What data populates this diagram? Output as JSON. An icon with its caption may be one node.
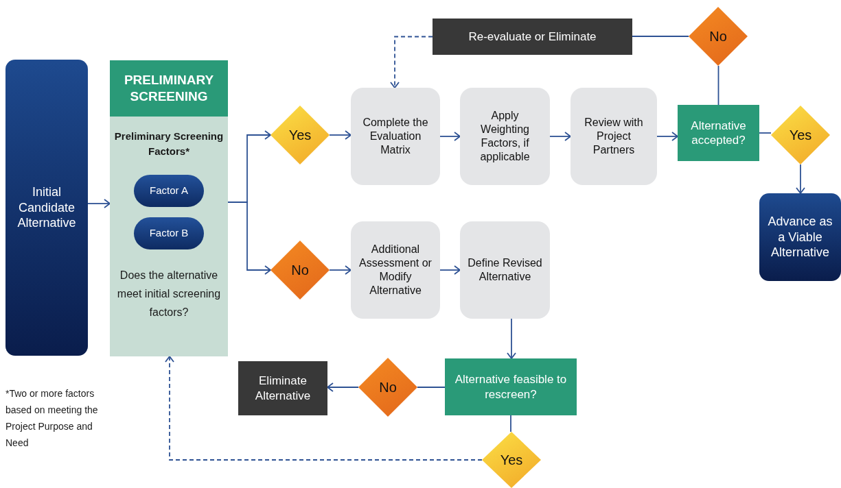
{
  "diagram": {
    "nodes": [
      {
        "text": [
          "Initial Candidate Alternative"
        ]
      },
      {
        "text": [
          "Preliminary Screening Factors*",
          "Does the alternative meet initial screening factors?"
        ]
      },
      {
        "text": [
          "PRELIMINARY SCREENING"
        ],
        "in": 1
      },
      {
        "text": [
          "Factor A"
        ],
        "in": 1
      },
      {
        "text": [
          "Factor B"
        ],
        "in": 1
      },
      {
        "text": [
          "Yes"
        ]
      },
      {
        "text": [
          "Complete the Evaluation Matrix"
        ]
      },
      {
        "text": [
          "Apply Weighting Factors, if applicable"
        ]
      },
      {
        "text": [
          "Review with Project Partners"
        ]
      },
      {
        "text": [
          "Alternative accepted?"
        ]
      },
      {
        "text": [
          "No"
        ]
      },
      {
        "text": [
          "Re-evaluate or Eliminate"
        ]
      },
      {
        "text": [
          "Yes"
        ]
      },
      {
        "text": [
          "Advance as a Viable Alternative"
        ]
      },
      {
        "text": [
          "No"
        ]
      },
      {
        "text": [
          "Additional Assessment or Modify Alternative"
        ]
      },
      {
        "text": [
          "Define Revised Alternative"
        ]
      },
      {
        "text": [
          "Alternative feasible to rescreen?"
        ]
      },
      {
        "text": [
          "No"
        ]
      },
      {
        "text": [
          "Eliminate Alternative"
        ]
      },
      {
        "text": [
          "Yes"
        ]
      }
    ],
    "edges": [
      {
        "from": 0,
        "to": 1,
        "arrow": "to"
      },
      {
        "from": 1,
        "to": 5,
        "arrow": "to"
      },
      {
        "from": 1,
        "to": 14,
        "arrow": "to"
      },
      {
        "from": 5,
        "to": 6,
        "arrow": "to"
      },
      {
        "from": 6,
        "to": 7,
        "arrow": "to"
      },
      {
        "from": 7,
        "to": 8,
        "arrow": "to"
      },
      {
        "from": 8,
        "to": 9,
        "arrow": "to"
      },
      {
        "from": 9,
        "to": 10,
        "arrow": "none"
      },
      {
        "from": 10,
        "to": 11,
        "arrow": "none"
      },
      {
        "from": 11,
        "to": 6,
        "arrow": "to",
        "style": "dashed"
      },
      {
        "from": 9,
        "to": 12,
        "arrow": "none"
      },
      {
        "from": 12,
        "to": 13,
        "arrow": "to"
      },
      {
        "from": 14,
        "to": 15,
        "arrow": "to"
      },
      {
        "from": 15,
        "to": 16,
        "arrow": "to"
      },
      {
        "from": 16,
        "to": 17,
        "arrow": "to"
      },
      {
        "from": 17,
        "to": 18,
        "arrow": "none"
      },
      {
        "from": 18,
        "to": 19,
        "arrow": "to"
      },
      {
        "from": 17,
        "to": 20,
        "arrow": "none"
      },
      {
        "from": 20,
        "to": 1,
        "arrow": "to",
        "style": "dashed"
      }
    ],
    "labels": [
      "*Two or more factors based on meeting the Project Purpose and Need"
    ]
  }
}
